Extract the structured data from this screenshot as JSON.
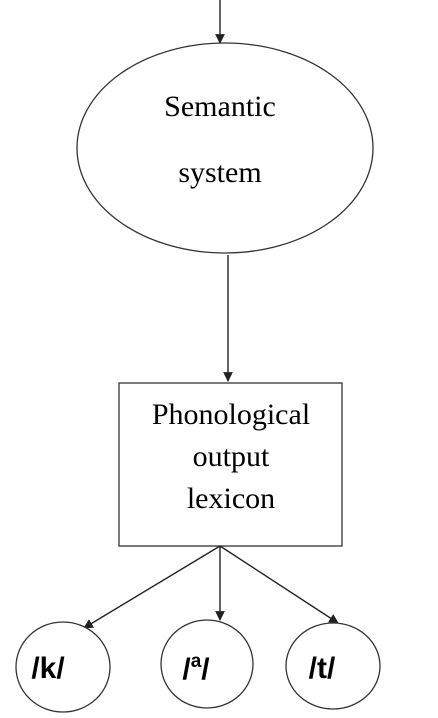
{
  "semantic_system": {
    "line1": "Semantic",
    "line2": "system"
  },
  "phonological_output_lexicon": {
    "line1": "Phonological",
    "line2": "output",
    "line3": "lexicon"
  },
  "phonemes": {
    "k": "/k/",
    "a_open": "/",
    "a_sup": "a",
    "a_close": "/",
    "t": "/t/"
  }
}
